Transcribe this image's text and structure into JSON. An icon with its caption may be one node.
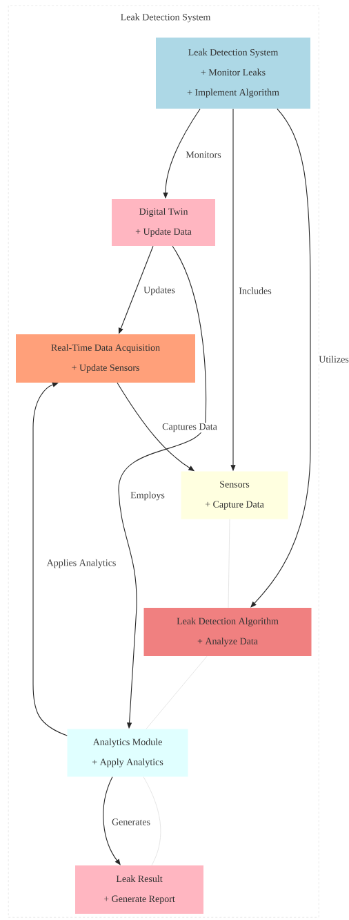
{
  "diagram": {
    "nodes": [
      {
        "text": [
          "Leak Detection System"
        ]
      },
      {
        "text": [
          "Leak Detection System",
          "+ Monitor Leaks",
          "+ Implement Algorithm"
        ],
        "in": 0
      },
      {
        "text": [
          "Digital Twin",
          "+ Update Data"
        ],
        "in": 0
      },
      {
        "text": [
          "Real-Time Data Acquisition",
          "+ Update Sensors"
        ],
        "in": 0
      },
      {
        "text": [
          "Sensors",
          "+ Capture Data"
        ],
        "in": 0
      },
      {
        "text": [
          "Leak Detection Algorithm",
          "+ Analyze Data"
        ],
        "in": 0
      },
      {
        "text": [
          "Analytics Module",
          "+ Apply Analytics"
        ],
        "in": 0
      },
      {
        "text": [
          "Leak Result",
          "+ Generate Report"
        ],
        "in": 0
      }
    ],
    "edges": [
      {
        "from": 1,
        "to": 2,
        "label": "Monitors",
        "arrow": "to"
      },
      {
        "from": 2,
        "to": 3,
        "label": "Updates",
        "arrow": "to"
      },
      {
        "from": 1,
        "to": 4,
        "label": "Includes",
        "arrow": "to"
      },
      {
        "from": 1,
        "to": 5,
        "label": "Utilizes",
        "arrow": "to"
      },
      {
        "from": 3,
        "to": 4,
        "label": "Captures Data",
        "arrow": "to"
      },
      {
        "from": 2,
        "to": 6,
        "label": "Employs",
        "arrow": "to"
      },
      {
        "from": 6,
        "to": 3,
        "label": "Applies Analytics",
        "arrow": "to"
      },
      {
        "from": 6,
        "to": 7,
        "label": "Generates",
        "arrow": "to"
      },
      {
        "from": 4,
        "to": 5,
        "arrow": "none",
        "color": "#d3d3d3"
      },
      {
        "from": 5,
        "to": 6,
        "arrow": "none",
        "color": "#d3d3d3"
      },
      {
        "from": 6,
        "to": 7,
        "arrow": "none",
        "color": "#d3d3d3"
      }
    ]
  }
}
